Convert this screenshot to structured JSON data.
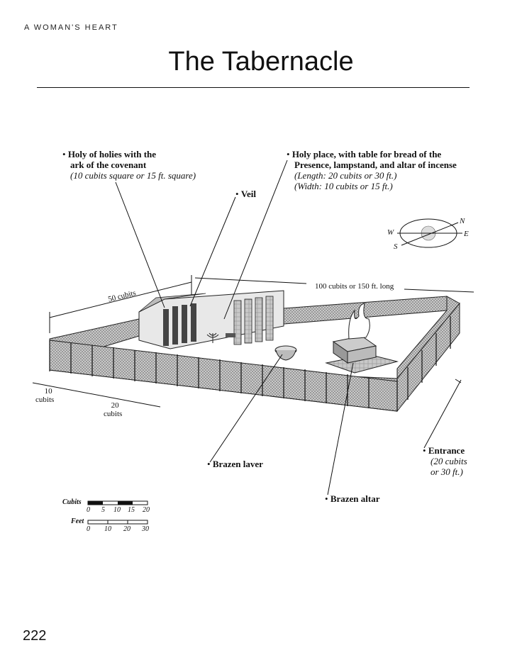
{
  "header": {
    "running_head": "A WOMAN'S HEART",
    "title": "The Tabernacle",
    "page_number": "222"
  },
  "labels": {
    "holy_of_holies": {
      "line1": "Holy of holies with the",
      "line2": "ark of the covenant",
      "detail": "(10 cubits square or 15 ft. square)"
    },
    "holy_place": {
      "line1": "Holy place, with table for bread of the",
      "line2": "Presence, lampstand, and altar of incense",
      "length": "(Length: 20 cubits or 30 ft.)",
      "width": "(Width: 10 cubits or 15 ft.)"
    },
    "veil": "Veil",
    "brazen_laver": "Brazen laver",
    "brazen_altar": "Brazen altar",
    "entrance": {
      "title": "Entrance",
      "detail1": "(20 cubits",
      "detail2": "or 30 ft.)"
    }
  },
  "dimensions": {
    "length": "100 cubits or 150 ft. long",
    "width": "50 cubits",
    "ten": "10",
    "ten_unit": "cubits",
    "twenty": "20",
    "twenty_unit": "cubits"
  },
  "compass": {
    "n": "N",
    "e": "E",
    "s": "S",
    "w": "W"
  },
  "scale_bars": {
    "cubits": {
      "label": "Cubits",
      "ticks": [
        "0",
        "5",
        "10",
        "15",
        "20"
      ]
    },
    "feet": {
      "label": "Feet",
      "ticks": [
        "0",
        "10",
        "20",
        "30"
      ]
    }
  }
}
